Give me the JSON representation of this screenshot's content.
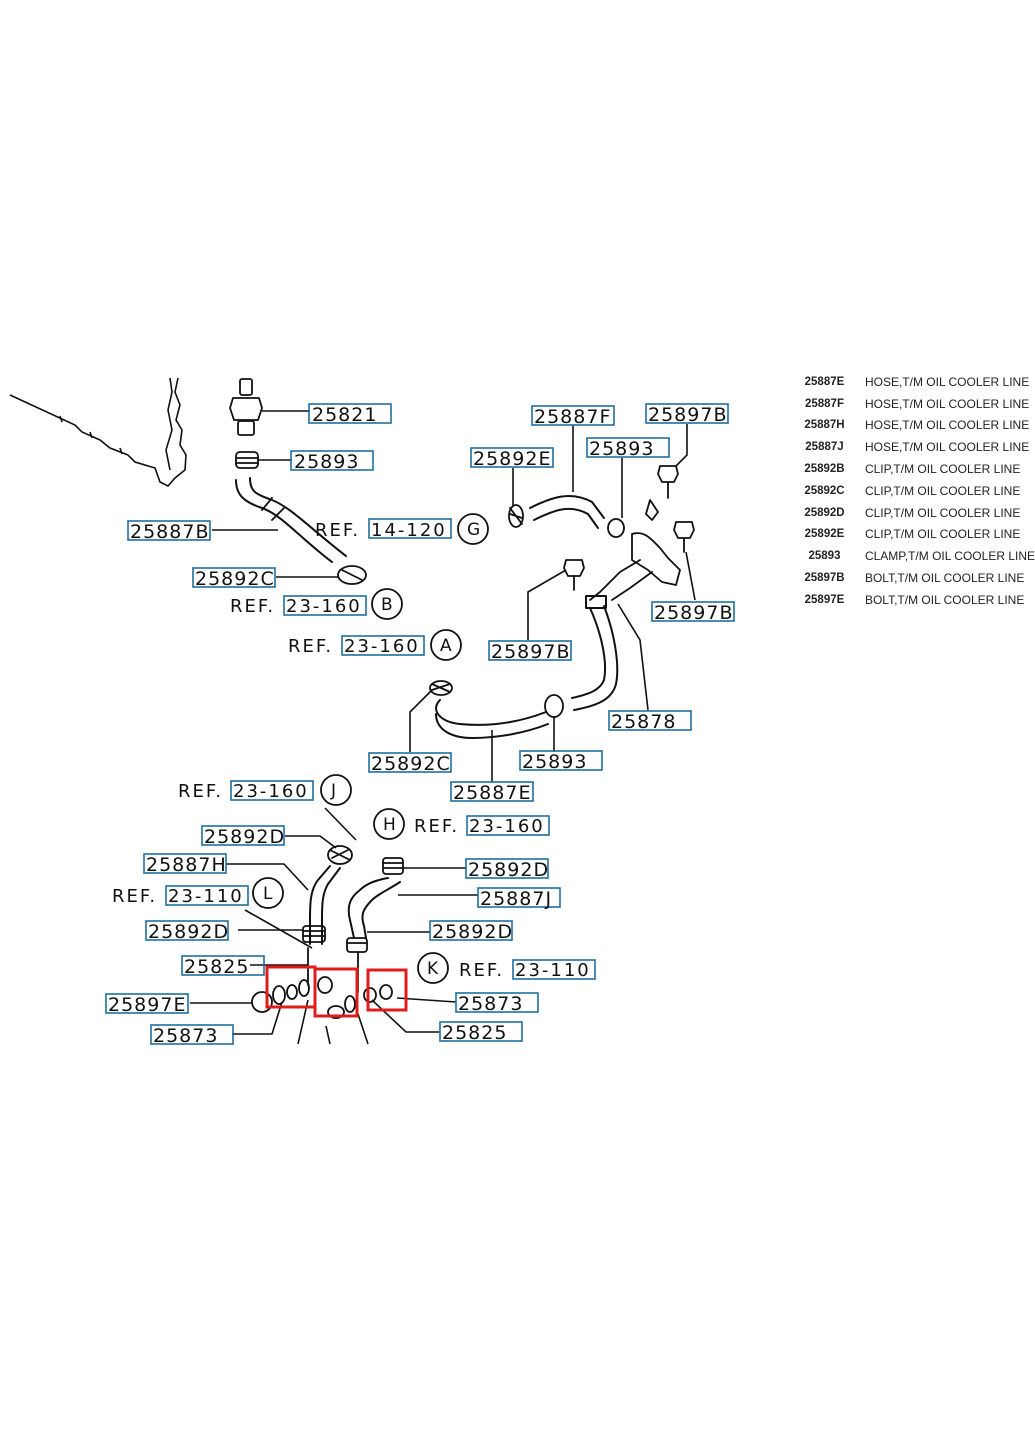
{
  "diagram": {
    "refs": {
      "ref_14_120": {
        "prefix": "REF.",
        "code": "14-120"
      },
      "ref_23_160_b": {
        "prefix": "REF.",
        "code": "23-160"
      },
      "ref_23_160_a": {
        "prefix": "REF.",
        "code": "23-160"
      },
      "ref_23_160_j": {
        "prefix": "REF.",
        "code": "23-160"
      },
      "ref_23_160_h": {
        "prefix": "REF.",
        "code": "23-160"
      },
      "ref_23_110_l": {
        "prefix": "REF.",
        "code": "23-110"
      },
      "ref_23_110_k": {
        "prefix": "REF.",
        "code": "23-110"
      }
    },
    "callouts": {
      "g": "G",
      "b": "B",
      "a": "A",
      "j": "J",
      "h": "H",
      "l": "L",
      "k": "K"
    },
    "labels": {
      "l_25821": "25821",
      "l_25893_top": "25893",
      "l_25887b": "25887B",
      "l_25892c_top": "25892C",
      "l_25887f": "25887F",
      "l_25897b_top": "25897B",
      "l_25892e": "25892E",
      "l_25893_mid": "25893",
      "l_25897b_right": "25897B",
      "l_25897b_mid": "25897B",
      "l_25878": "25878",
      "l_25892c_low": "25892C",
      "l_25893_low": "25893",
      "l_25887e": "25887E",
      "l_25892d_j": "25892D",
      "l_25887h": "25887H",
      "l_25892d_h": "25892D",
      "l_25887j": "25887J",
      "l_25892d_l": "25892D",
      "l_25892d_r": "25892D",
      "l_25825_top": "25825",
      "l_25897e": "25897E",
      "l_25873_r": "25873",
      "l_25873_l": "25873",
      "l_25825_bot": "25825"
    }
  },
  "parts_table": [
    {
      "pn": "25887E",
      "desc": "HOSE,T/M OIL COOLER LINE"
    },
    {
      "pn": "25887F",
      "desc": "HOSE,T/M OIL COOLER LINE"
    },
    {
      "pn": "25887H",
      "desc": "HOSE,T/M OIL COOLER LINE"
    },
    {
      "pn": "25887J",
      "desc": "HOSE,T/M OIL COOLER LINE"
    },
    {
      "pn": "25892B",
      "desc": "CLIP,T/M OIL COOLER LINE"
    },
    {
      "pn": "25892C",
      "desc": "CLIP,T/M OIL COOLER LINE"
    },
    {
      "pn": "25892D",
      "desc": "CLIP,T/M OIL COOLER LINE"
    },
    {
      "pn": "25892E",
      "desc": "CLIP,T/M OIL COOLER LINE"
    },
    {
      "pn": "25893",
      "desc": "CLAMP,T/M OIL COOLER LINE"
    },
    {
      "pn": "25897B",
      "desc": "BOLT,T/M OIL COOLER LINE"
    },
    {
      "pn": "25897E",
      "desc": "BOLT,T/M OIL COOLER LINE"
    }
  ]
}
